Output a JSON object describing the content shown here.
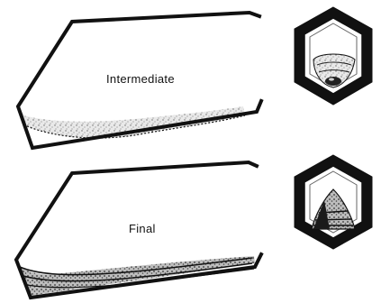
{
  "stages": [
    {
      "id": "intermediate",
      "label": "Intermediate"
    },
    {
      "id": "final",
      "label": "Final"
    }
  ],
  "colors": {
    "outline": "#111111",
    "deposit_light": "#cfcfcf",
    "deposit_dark": "#2a2a2a",
    "background": "#ffffff"
  },
  "icons": {
    "intermediate_section": "hexagon-cross-section-icon",
    "final_section": "hexagon-cross-section-icon"
  }
}
